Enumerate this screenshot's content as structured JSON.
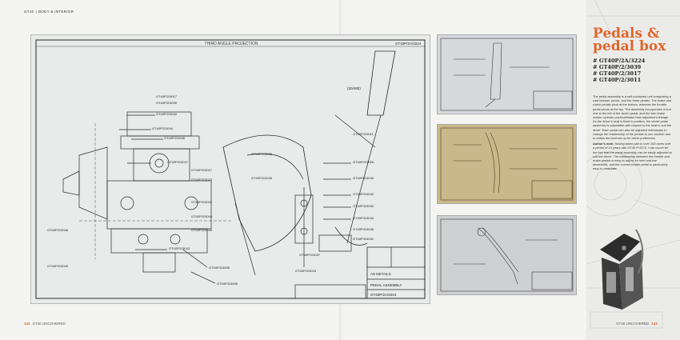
{
  "header": {
    "model": "GT40",
    "section": "BODY & INTERIOR"
  },
  "blueprint": {
    "projection_label": "THIRD ANGLE PROJECTION",
    "top_right_number": "GT40P/2A/3224",
    "bottom_right_number": "GT40P/2A/3224",
    "title_block_details": "AS DETAILS",
    "title_block_assembly": "PEDAL ASSEMBLY",
    "callouts_left": [
      "GT40P/2/3017",
      "GT40P/2/3039",
      "GT40P/2/3043",
      "GT40P/2/3044",
      "GT40P/2/3045",
      "GT40P/2/3047",
      "GT40P/2/3046",
      "GT40P/2/3049",
      "GT40P/2/3043",
      "GT40P/2/3005",
      "GT40P/2/3006"
    ],
    "callouts_side": [
      "GT40P/2/3017",
      "GT40P/2/3023",
      "GT40P/2/3024",
      "GT40P/2/3018",
      "GT40P/2/3044",
      "GT40P/2/3033",
      "GT40P/2/3025",
      "GT40P/2/3024"
    ],
    "callouts_right": [
      "GT40P/2/3011",
      "GT40P/2/3026",
      "GT40P/2/3030",
      "GT40P/2/3032",
      "GT40P/2/3033",
      "GT40P/2/3034",
      "GT40P/2/3035",
      "GT40P/2/3031",
      "GT40P/2/3037"
    ],
    "dimension_label": "(30/480)"
  },
  "folio_left": {
    "number": "142",
    "book": "GT40 UNCOVERED"
  },
  "folio_right": {
    "book": "GT40 UNCOVERED",
    "number": "143"
  },
  "feature": {
    "title_line1": "Pedals &",
    "title_line2": "pedal box",
    "part_numbers": [
      "# GT40P/2A/3224",
      "# GT40P/2/3039",
      "# GT40P/2/3017",
      "# GT40P/2/3011"
    ],
    "paragraph": "The pedal assembly is a self-contained unit comprising a cast bracket, pivots, and the three pedals. The brake and clutch pedals pivot at the bottom, whereas the throttle pedal pivots at the top. The assembly incorporates a foot rest to the left of the clutch pedal, and the twin brake master cylinder pushrod/brake bias adjustment linkage. As the driver's seat is fixed in position, the whole pedal assembly is adjustable with respect to the seat to suit the driver. Each pedal can also be adjusted individually to change the relationship of the pedals to one another and to obtain the best set-up for driver preference.",
    "note_label": "Author's note:",
    "note_text": "Having taken part in over 100 races over a period of 14 years with GT40 P/1074, I can vouch for the fact that the pedal assembly can be easily adjusted to suit the driver. The relationship between the throttle and brake pedals is easy to adjust for heel-and-toe downshifts, and the curved throttle pedal is particularly easy to modulate."
  },
  "colors": {
    "accent": "#e0662a",
    "page": "#f4f4f2",
    "blueprint_bg": "#e9eaea",
    "line": "#2a2a2a"
  }
}
